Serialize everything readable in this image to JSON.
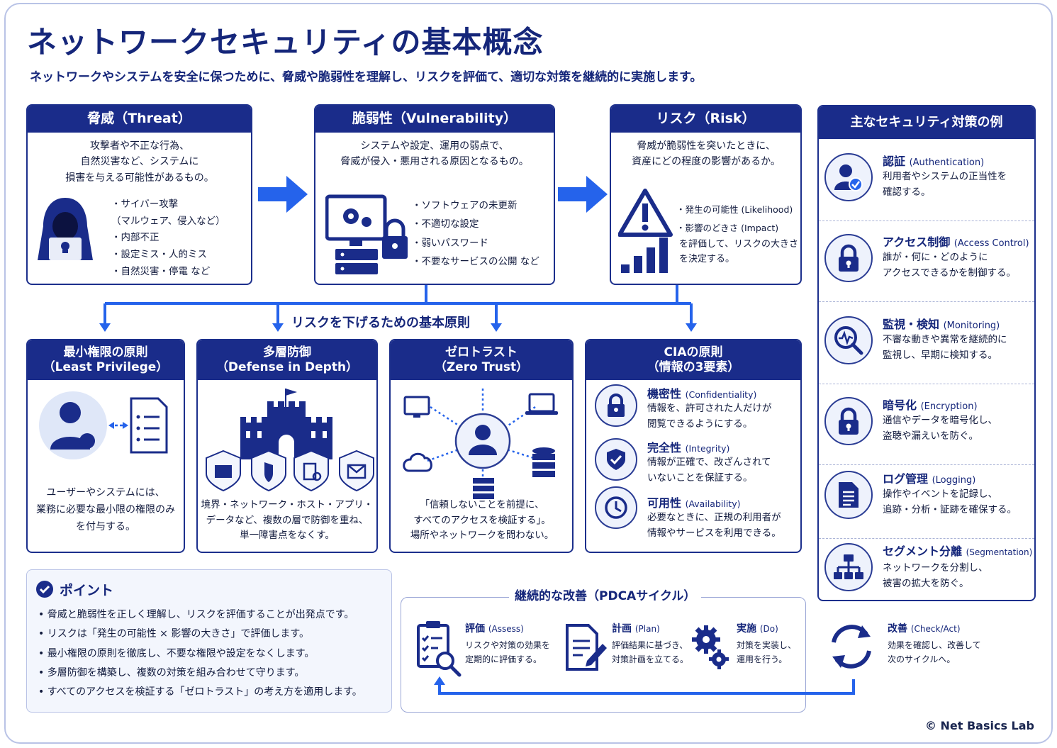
{
  "title": "ネットワークセキュリティの基本概念",
  "subtitle": "ネットワークやシステムを安全に保つために、脅威や脆弱性を理解し、リスクを評価て、適切な対策を継続的に実施します。",
  "top_cards": {
    "threat": {
      "title": "脅威（Threat）",
      "desc": "攻撃者や不正な行為、\n自然災害など、システムに\n損害を与える可能性があるもの。",
      "bullets": [
        "サイバー攻撃\n（マルウェア、侵入など）",
        "内部不正",
        "設定ミス・人的ミス",
        "自然災害・停電 など"
      ],
      "icon": "hooded-hacker-icon"
    },
    "vulnerability": {
      "title": "脆弱性（Vulnerability）",
      "desc": "システムや設定、運用の弱点で、\n脅威が侵入・悪用される原因となるもの。",
      "bullets": [
        "ソフトウェアの未更新",
        "不適切な設定",
        "弱いパスワード",
        "不要なサービスの公開 など"
      ],
      "icon": "computer-gear-lock-icon"
    },
    "risk": {
      "title": "リスク（Risk）",
      "desc": "脅威が脆弱性を突いたときに、\n資産にどの程度の影響があるか。",
      "bullets": [
        "発生の可能性 (Likelihood)",
        "影響のどきさ (Impact)"
      ],
      "extra": "を評価して、リスクの大きさ\nを決定する。",
      "icon": "warning-chart-icon"
    }
  },
  "flow_label": "リスクを下げるための基本原則",
  "principles": {
    "least_privilege": {
      "title": "最小権限の原則",
      "title_en": "（Least Privilege）",
      "desc": "ユーザーやシステムには、\n業務に必要な最小限の権限のみ\nを付与する。"
    },
    "defense_in_depth": {
      "title": "多層防御",
      "title_en": "（Defense in Depth）",
      "desc": "境界・ネットワーク・ホスト・アプリ・\nデータなど、複数の層で防御を重ね、\n単一障害点をなくす。"
    },
    "zero_trust": {
      "title": "ゼロトラスト",
      "title_en": "（Zero Trust）",
      "desc": "「信頼しないことを前提に、\nすべてのアクセスを検証する」。\n場所やネットワークを問わない。"
    },
    "cia": {
      "title": "CIAの原則",
      "title_en": "（情報の3要素）",
      "items": [
        {
          "title": "機密性",
          "en": "(Confidentiality)",
          "desc": "情報を、許可された人だけが\n閲覧できるようにする。",
          "icon": "lock-icon"
        },
        {
          "title": "完全性",
          "en": "(Integrity)",
          "desc": "情報が正確で、改ざんされて\nいないことを保証する。",
          "icon": "shield-check-icon"
        },
        {
          "title": "可用性",
          "en": "(Availability)",
          "desc": "必要なときに、正規の利用者が\n情報やサービスを利用できる。",
          "icon": "clock-icon"
        }
      ]
    }
  },
  "measures": {
    "title": "主なセキュリティ対策の例",
    "items": [
      {
        "title": "認証",
        "en": "(Authentication)",
        "desc": "利用者やシステムの正当性を\n確認する。",
        "icon": "user-check-icon"
      },
      {
        "title": "アクセス制御",
        "en": "(Access Control)",
        "desc": "誰が・何に・どのように\nアクセスできるかを制御する。",
        "icon": "padlock-icon"
      },
      {
        "title": "監視・検知",
        "en": "(Monitoring)",
        "desc": "不審な動きや異常を継続的に\n監視し、早期に検知する。",
        "icon": "magnifier-pulse-icon"
      },
      {
        "title": "暗号化",
        "en": "(Encryption)",
        "desc": "通信やデータを暗号化し、\n盗聴や漏えいを防ぐ。",
        "icon": "padlock-icon"
      },
      {
        "title": "ログ管理",
        "en": "(Logging)",
        "desc": "操作やイベントを記録し、\n追跡・分析・証跡を確保する。",
        "icon": "document-icon"
      },
      {
        "title": "セグメント分離",
        "en": "(Segmentation)",
        "desc": "ネットワークを分割し、\n被害の拡大を防ぐ。",
        "icon": "network-tree-icon"
      }
    ]
  },
  "point": {
    "title": "ポイント",
    "items": [
      "脅威と脆弱性を正しく理解し、リスクを評価することが出発点です。",
      "リスクは「発生の可能性 × 影響の大きさ」で評価します。",
      "最小権限の原則を徹底し、不要な権限や設定をなくします。",
      "多層防御を構築し、複数の対策を組み合わせて守ります。",
      "すべてのアクセスを検証する「ゼロトラスト」の考え方を適用します。"
    ]
  },
  "pdca": {
    "title": "継続的な改善（PDCAサイクル）",
    "steps": [
      {
        "title": "評価",
        "en": "(Assess)",
        "desc": "リスクや対策の効果を\n定期的に評価する。",
        "icon": "clipboard-search-icon"
      },
      {
        "title": "計画",
        "en": "(Plan)",
        "desc": "評価結果に基づき、\n対策計画を立てる。",
        "icon": "document-pen-icon"
      },
      {
        "title": "実施",
        "en": "(Do)",
        "desc": "対策を実装し、\n運用を行う。",
        "icon": "gears-icon"
      },
      {
        "title": "改善",
        "en": "(Check/Act)",
        "desc": "効果を確認し、改善して\n次のサイクルへ。",
        "icon": "cycle-arrows-icon"
      }
    ]
  },
  "copyright": "© Net Basics Lab",
  "colors": {
    "primary": "#1a2c8a",
    "accent": "#2563eb",
    "light": "#eef2fc"
  }
}
